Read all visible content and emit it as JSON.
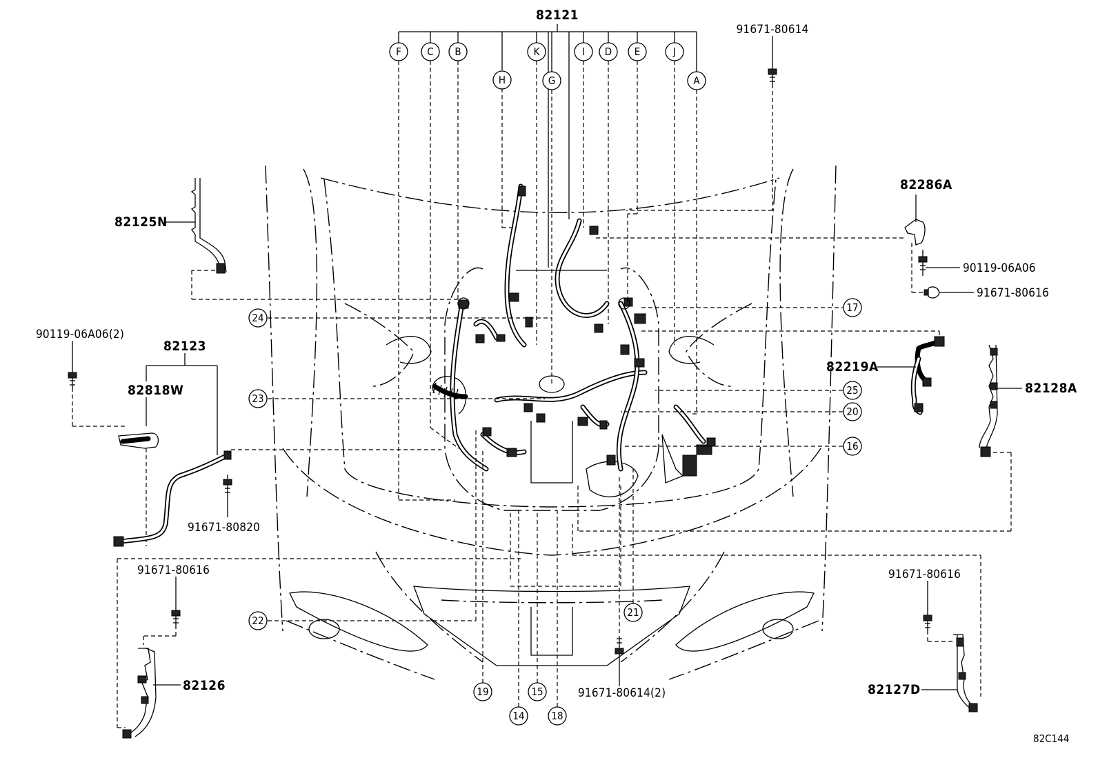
{
  "main_harness": "82121",
  "letter_callouts": [
    "F",
    "C",
    "B",
    "H",
    "K",
    "G",
    "I",
    "D",
    "E",
    "J",
    "A"
  ],
  "number_callouts": [
    "24",
    "23",
    "22",
    "17",
    "25",
    "20",
    "16",
    "21",
    "19",
    "14",
    "15",
    "18"
  ],
  "part_labels": {
    "p91671_80614_top": "91671-80614",
    "p82125N": "82125N",
    "p90119_06A06_2": "90119-06A06(2)",
    "p82123": "82123",
    "p82818W": "82818W",
    "p91671_80820": "91671-80820",
    "p91671_80616_left": "91671-80616",
    "p82126": "82126",
    "p82286A": "82286A",
    "p90119_06A06": "90119-06A06",
    "p91671_80616_right_top": "91671-80616",
    "p82219A": "82219A",
    "p82128A": "82128A",
    "p91671_80616_right_bottom": "91671-80616",
    "p82127D": "82127D",
    "p91671_80614_2": "91671-80614(2)"
  },
  "diagram_code": "82C144"
}
